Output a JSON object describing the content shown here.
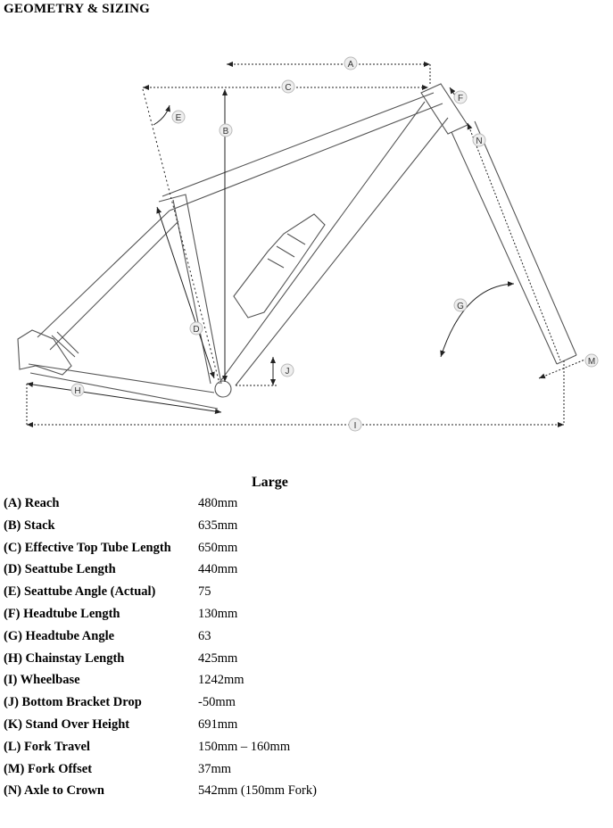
{
  "title": "GEOMETRY & SIZING",
  "diagram": {
    "labels": [
      "A",
      "B",
      "C",
      "D",
      "E",
      "F",
      "G",
      "H",
      "I",
      "J",
      "M",
      "N"
    ]
  },
  "size_heading": "Large",
  "specs": [
    {
      "name": "(A) Reach",
      "value": "480mm"
    },
    {
      "name": "(B) Stack",
      "value": "635mm"
    },
    {
      "name": "(C) Effective Top Tube Length",
      "value": "650mm"
    },
    {
      "name": "(D) Seattube Length",
      "value": "440mm"
    },
    {
      "name": "(E) Seattube Angle (Actual)",
      "value": "75"
    },
    {
      "name": "(F) Headtube Length",
      "value": "130mm"
    },
    {
      "name": "(G) Headtube Angle",
      "value": "63"
    },
    {
      "name": "(H) Chainstay Length",
      "value": "425mm"
    },
    {
      "name": "(I) Wheelbase",
      "value": "1242mm"
    },
    {
      "name": "(J) Bottom Bracket Drop",
      "value": "-50mm"
    },
    {
      "name": "(K) Stand Over Height",
      "value": "691mm"
    },
    {
      "name": "(L) Fork Travel",
      "value": "150mm – 160mm"
    },
    {
      "name": "(M) Fork Offset",
      "value": "37mm"
    },
    {
      "name": "(N) Axle to Crown",
      "value": "542mm (150mm Fork)"
    }
  ]
}
